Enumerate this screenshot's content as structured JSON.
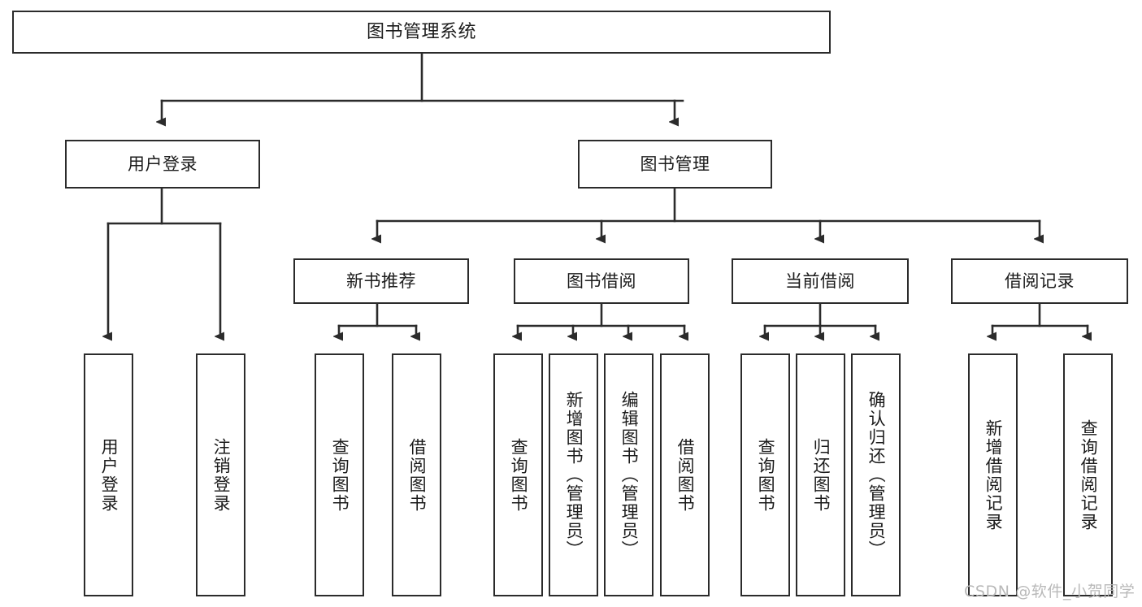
{
  "diagram": {
    "type": "tree",
    "title": "图书管理系统",
    "root": {
      "id": "root",
      "label": "图书管理系统"
    },
    "level2": [
      {
        "id": "user-login",
        "label": "用户登录"
      },
      {
        "id": "book-manage",
        "label": "图书管理"
      }
    ],
    "level3": [
      {
        "id": "new-book-recommend",
        "label": "新书推荐",
        "parent": "book-manage"
      },
      {
        "id": "book-borrow",
        "label": "图书借阅",
        "parent": "book-manage"
      },
      {
        "id": "current-borrow",
        "label": "当前借阅",
        "parent": "book-manage"
      },
      {
        "id": "borrow-record",
        "label": "借阅记录",
        "parent": "book-manage"
      }
    ],
    "leaves": [
      {
        "id": "leaf-user-login",
        "label": "用户登录",
        "parent": "user-login"
      },
      {
        "id": "leaf-logout",
        "label": "注销登录",
        "parent": "user-login"
      },
      {
        "id": "leaf-query-book-1",
        "label": "查询图书",
        "parent": "new-book-recommend"
      },
      {
        "id": "leaf-borrow-book-1",
        "label": "借阅图书",
        "parent": "new-book-recommend"
      },
      {
        "id": "leaf-query-book-2",
        "label": "查询图书",
        "parent": "book-borrow"
      },
      {
        "id": "leaf-add-book",
        "label": "新增图书（管理员）",
        "parent": "book-borrow"
      },
      {
        "id": "leaf-edit-book",
        "label": "编辑图书（管理员）",
        "parent": "book-borrow"
      },
      {
        "id": "leaf-borrow-book-2",
        "label": "借阅图书",
        "parent": "book-borrow"
      },
      {
        "id": "leaf-query-book-3",
        "label": "查询图书",
        "parent": "current-borrow"
      },
      {
        "id": "leaf-return-book",
        "label": "归还图书",
        "parent": "current-borrow"
      },
      {
        "id": "leaf-confirm-return",
        "label": "确认归还（管理员）",
        "parent": "current-borrow"
      },
      {
        "id": "leaf-add-record",
        "label": "新增借阅记录",
        "parent": "borrow-record"
      },
      {
        "id": "leaf-query-record",
        "label": "查询借阅记录",
        "parent": "borrow-record"
      }
    ],
    "colors": {
      "border": "#2b2b2b",
      "connector": "#2b2b2b",
      "background": "#ffffff",
      "text": "#1b1b1b",
      "watermark": "#b9b9b9"
    }
  },
  "watermark": {
    "text": "CSDN @软件_小贺同学"
  }
}
